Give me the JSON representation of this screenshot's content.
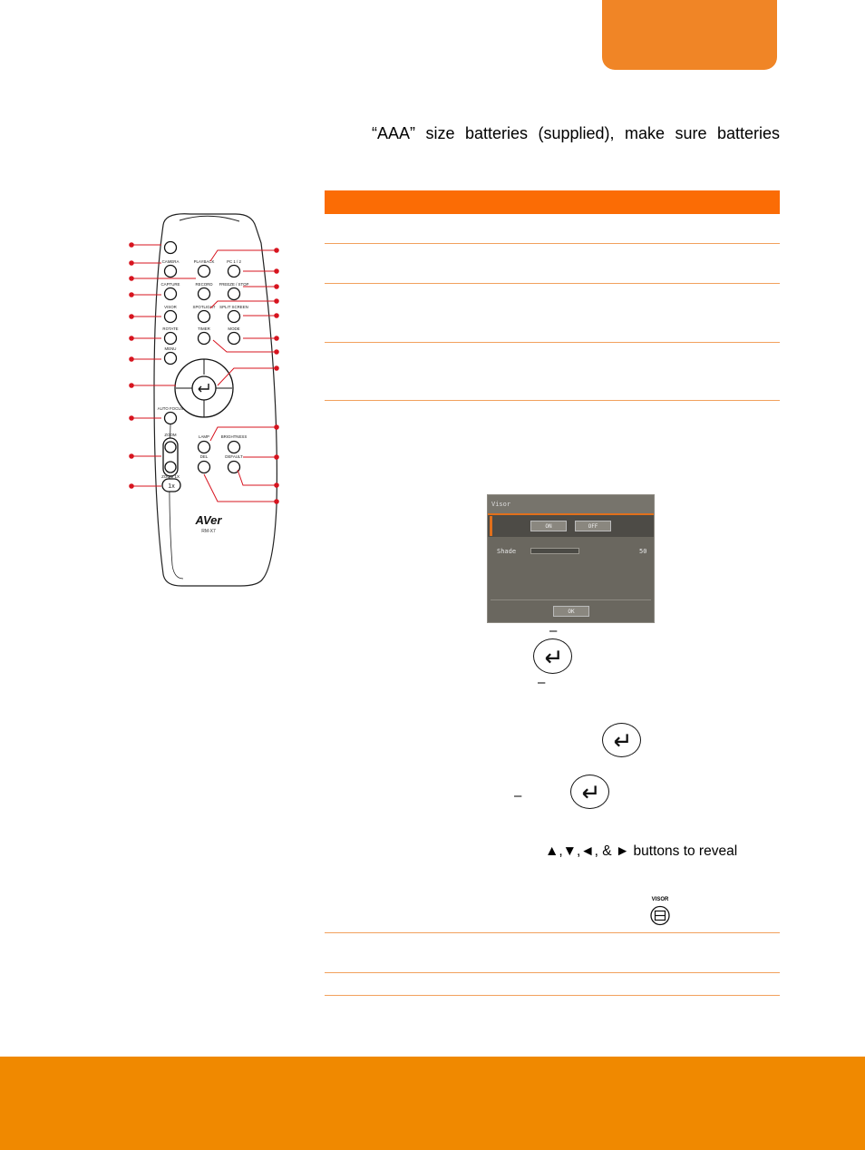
{
  "intro_text": "“AAA” size batteries (supplied), make sure batteries",
  "remote": {
    "brand": "AVer",
    "model": "RM-X7",
    "button_labels": {
      "camera": "CAMERA",
      "playback": "PLAYBACK",
      "pc": "PC 1 / 2",
      "capture": "CAPTURE",
      "record": "RECORD",
      "freeze_stop": "FREEZE / STOP",
      "visor": "VISOR",
      "spotlight": "SPOTLIGHT",
      "split_screen": "SPLIT SCREEN",
      "rotate": "ROTATE",
      "timer": "TIMER",
      "mode": "MODE",
      "menu": "MENU",
      "auto_focus": "AUTO FOCUS",
      "zoom": "ZOOM",
      "lamp": "LAMP",
      "brightness": "BRIGHTNESS",
      "del": "DEL",
      "default": "DEFAULT",
      "zoom_1x": "ZOOM 1X",
      "one_x": "1x"
    }
  },
  "osd": {
    "title": "Visor",
    "on_label": "ON",
    "off_label": "OFF",
    "shade_label": "Shade",
    "shade_value": "50",
    "ok_label": "OK"
  },
  "dash_char": "–",
  "arrows_text": "▲,▼,◄, & ► buttons to reveal",
  "visor_caption": "VISOR",
  "colors": {
    "tab": "#f08526",
    "table_header": "#fb6c05",
    "rule": "#f2a15d",
    "footer": "#f08900",
    "callout": "#d7141f"
  }
}
